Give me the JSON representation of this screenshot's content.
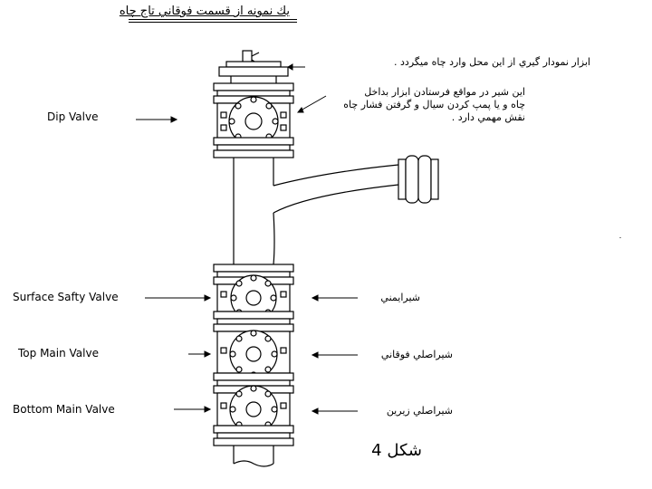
{
  "title": "يك نمونه از قسمت فوقاني تاج چاه",
  "labels_en": {
    "dip": "Dip Valve",
    "surface": "Surface Safty Valve",
    "top": "Top Main Valve",
    "bottom": "Bottom Main Valve"
  },
  "notes_fa": {
    "tool": "ابزار نمودار گيري از اين محل وارد چاه ميگردد .",
    "dip_line1": "اين شير در مواقع فرستادن ابزار بداخل",
    "dip_line2": "چاه و يا پمپ كردن سيال و گرفتن فشار چاه",
    "dip_line3": "نقش مهمي دارد .",
    "safety": "شيرايمني",
    "top": "شيراصلي فوقاني",
    "bottom": "شيراصلي زيرين"
  },
  "figure": "شكل 4"
}
